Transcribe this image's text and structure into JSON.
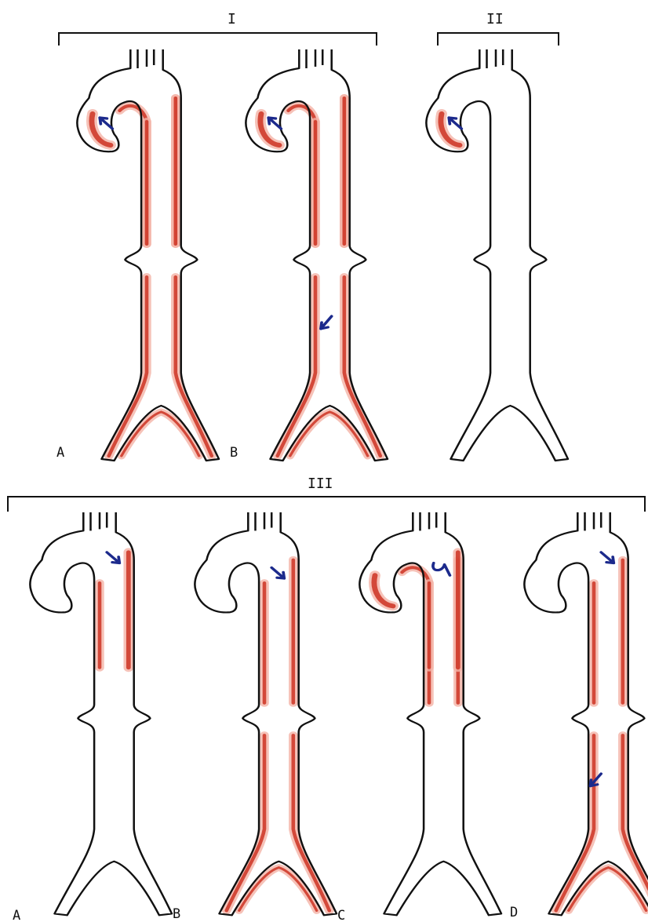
{
  "groups": [
    {
      "label": "I",
      "panels": [
        "A",
        "B"
      ]
    },
    {
      "label": "II",
      "panels": []
    },
    {
      "label": "III",
      "panels": [
        "A",
        "B",
        "C",
        "D"
      ]
    }
  ],
  "colors": {
    "outline": "#111111",
    "dissection": "#cc3322",
    "dissection_light": "#f4b3a6",
    "lumen": "#fff5f2",
    "arrow": "#1c2a8c"
  }
}
